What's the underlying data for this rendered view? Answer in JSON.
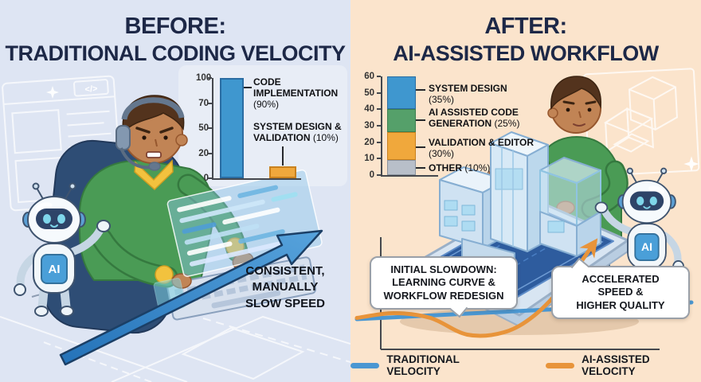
{
  "left_panel": {
    "title_line1": "BEFORE:",
    "title_line2": "TRADITIONAL CODING VELOCITY",
    "arrow_caption_lines": [
      "CONSISTENT,",
      "MANUALLY",
      "SLOW SPEED"
    ],
    "robot_chest_label": "AI",
    "code_icon": "</>",
    "background_color": "#dee5f3",
    "arrow_color": "#2e7fc2"
  },
  "right_panel": {
    "title_line1": "AFTER:",
    "title_line2": "AI-ASSISTED WORKFLOW",
    "callout_slowdown_lines": [
      "INITIAL SLOWDOWN:",
      "LEARNING CURVE &",
      "WORKFLOW REDESIGN"
    ],
    "callout_accelerated_lines": [
      "ACCELERATED",
      "SPEED &",
      "HIGHER QUALITY"
    ],
    "robot_chest_label": "AI",
    "background_color": "#fbe4cc"
  },
  "chart_data": [
    {
      "id": "before-breakdown",
      "type": "bar",
      "title": "Traditional coding time breakdown",
      "categories": [
        "CODE IMPLEMENTATION",
        "SYSTEM DESIGN & VALIDATION"
      ],
      "values": [
        90,
        10
      ],
      "value_labels": [
        "(90%)",
        "(10%)"
      ],
      "bar_colors": [
        "#3f97cf",
        "#f0a83c"
      ],
      "bar_borders": [
        "#2a6da3",
        "#c9811e"
      ],
      "bar_drawn_heights_pct": [
        100,
        12
      ],
      "yticks": [
        0,
        20,
        50,
        70,
        100
      ],
      "yticks_display_top_down": [
        "100",
        "70",
        "50",
        "20",
        "0"
      ],
      "ylim": [
        0,
        100
      ],
      "grid": false
    },
    {
      "id": "after-breakdown",
      "type": "stacked-bar",
      "title": "AI-assisted workflow time breakdown",
      "segments": [
        {
          "label": "SYSTEM DESIGN",
          "pct": "(35%)",
          "value": 35,
          "span": [
            40,
            60
          ],
          "color": "#3f97cf",
          "border": "#2a6da3"
        },
        {
          "label": "AI ASSISTED CODE GENERATION",
          "pct": "(25%)",
          "value": 25,
          "span": [
            26,
            40
          ],
          "color": "#55a06a",
          "border": "#3c7f50"
        },
        {
          "label": "VALIDATION & EDITOR",
          "pct": "(30%)",
          "value": 30,
          "span": [
            9,
            26
          ],
          "color": "#f0a83c",
          "border": "#c9811e"
        },
        {
          "label": "OTHER",
          "pct": "(10%)",
          "value": 10,
          "span": [
            0,
            9
          ],
          "color": "#b8bfc9",
          "border": "#8b939e"
        }
      ],
      "yticks": [
        0,
        10,
        20,
        30,
        40,
        50,
        60
      ],
      "yticks_display_top_down": [
        "60",
        "50",
        "40",
        "30",
        "20",
        "10",
        "0"
      ],
      "ylim": [
        0,
        60
      ],
      "grid": false
    },
    {
      "id": "velocity-comparison",
      "type": "line",
      "title": "Velocity over time",
      "series": [
        {
          "name": "TRADITIONAL VELOCITY",
          "color": "#4a97d2",
          "points": [
            [
              0,
              28
            ],
            [
              10,
              42
            ]
          ]
        },
        {
          "name": "AI-ASSISTED VELOCITY",
          "color": "#e8943a",
          "points": [
            [
              0,
              29
            ],
            [
              1.1,
              33
            ],
            [
              2.2,
              29
            ],
            [
              3.3,
              15
            ],
            [
              4.4,
              17
            ],
            [
              5.3,
              31
            ],
            [
              6.2,
              57
            ],
            [
              7.1,
              92
            ]
          ]
        }
      ],
      "annotations": [
        "INITIAL SLOWDOWN: LEARNING CURVE & WORKFLOW REDESIGN",
        "ACCELERATED SPEED & HIGHER QUALITY"
      ],
      "legend_position": "bottom",
      "axes_visible": true,
      "tick_labels": "none"
    }
  ]
}
